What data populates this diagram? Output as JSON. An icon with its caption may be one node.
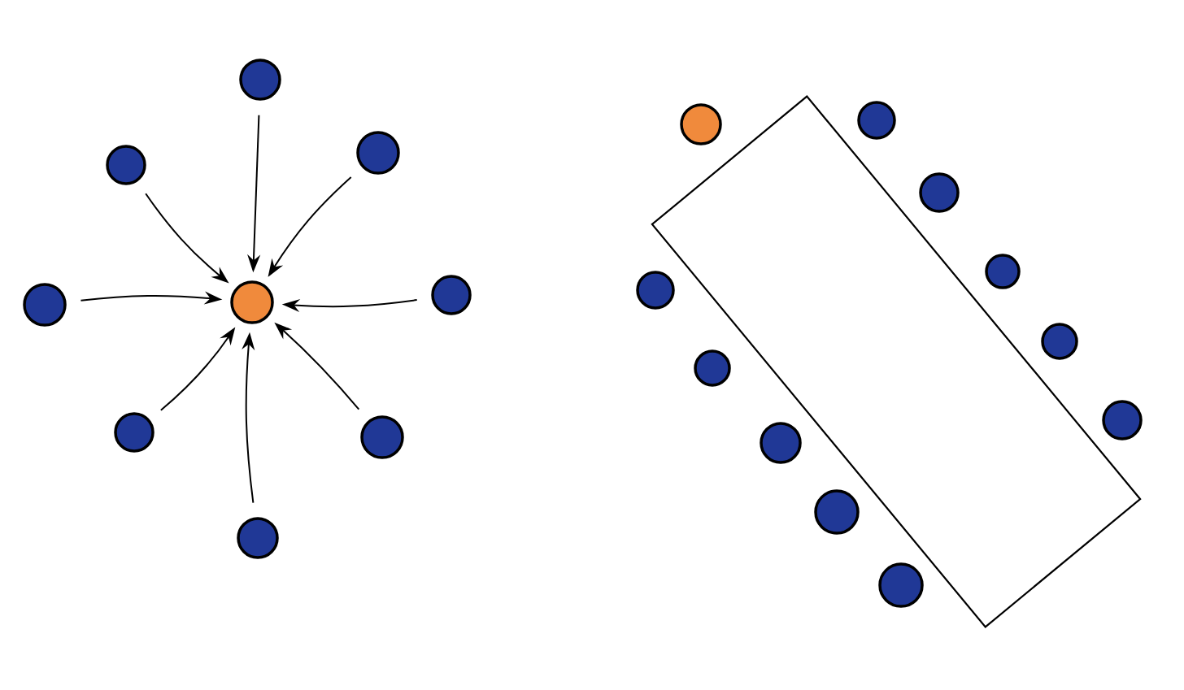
{
  "diagram": {
    "nodes": [
      {
        "text": [],
        "shape": "box"
      },
      {
        "text": [],
        "shape": "circle"
      },
      {
        "text": [],
        "shape": "circle"
      },
      {
        "text": [],
        "shape": "circle"
      },
      {
        "text": [],
        "shape": "circle"
      },
      {
        "text": [],
        "shape": "circle"
      },
      {
        "text": [],
        "shape": "circle"
      },
      {
        "text": [],
        "shape": "circle"
      },
      {
        "text": [],
        "shape": "circle"
      },
      {
        "text": [],
        "shape": "circle"
      },
      {
        "text": [],
        "shape": "circle"
      },
      {
        "text": [],
        "shape": "circle"
      },
      {
        "text": [],
        "shape": "circle"
      },
      {
        "text": [],
        "shape": "circle"
      },
      {
        "text": [],
        "shape": "circle"
      },
      {
        "text": [],
        "shape": "circle"
      },
      {
        "text": [],
        "shape": "circle"
      },
      {
        "text": [],
        "shape": "circle"
      },
      {
        "text": [],
        "shape": "circle"
      },
      {
        "text": [],
        "shape": "circle"
      },
      {
        "text": [],
        "shape": "circle"
      }
    ],
    "edges": [
      {
        "from": 1,
        "to": 10,
        "arrow": "to"
      },
      {
        "from": 4,
        "to": 10,
        "arrow": "to"
      },
      {
        "from": 5,
        "to": 10,
        "arrow": "to"
      },
      {
        "from": 9,
        "to": 10,
        "arrow": "to"
      },
      {
        "from": 11,
        "to": 10,
        "arrow": "to"
      },
      {
        "from": 15,
        "to": 10,
        "arrow": "to"
      },
      {
        "from": 16,
        "to": 10,
        "arrow": "to"
      },
      {
        "from": 19,
        "to": 10,
        "arrow": "to"
      }
    ]
  }
}
